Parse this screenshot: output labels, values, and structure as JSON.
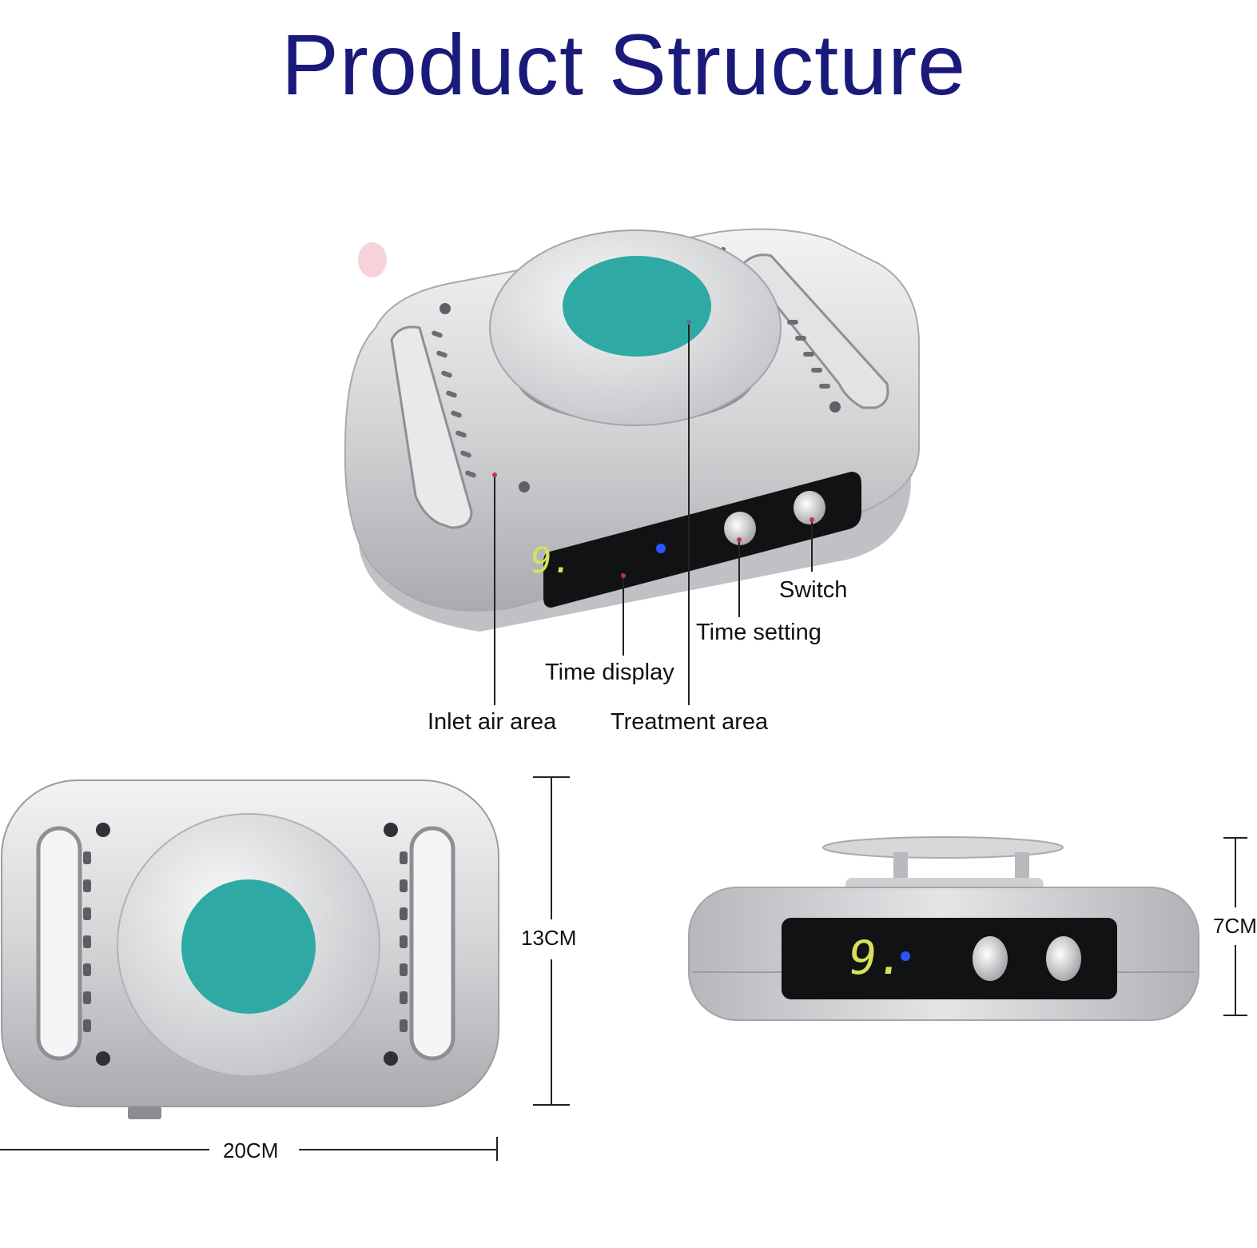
{
  "title": "Product Structure",
  "callouts": {
    "switch": "Switch",
    "time_setting": "Time setting",
    "time_display": "Time display",
    "inlet_air_area": "Inlet air area",
    "treatment_area": "Treatment area"
  },
  "dimensions": {
    "width": "20CM",
    "height": "13CM",
    "depth": "7CM"
  },
  "display_digit": "9.",
  "colors": {
    "title": "#1a1a7a",
    "treatment_pad": "#2fa9a4",
    "body_silver": "#c9cbcd",
    "panel": "#111214",
    "indicator": "#2a55ff"
  }
}
